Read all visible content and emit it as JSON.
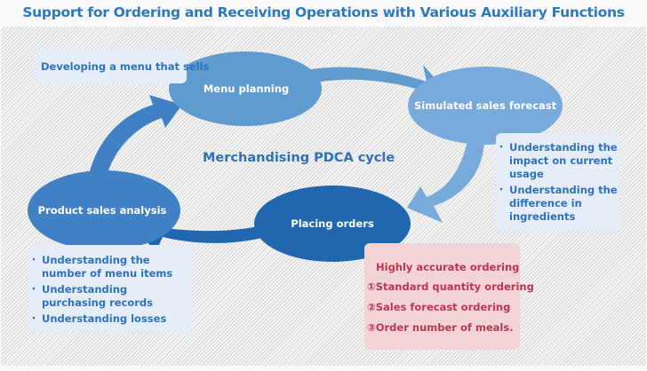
{
  "title": "Support for Ordering and Receiving Operations with Various Auxiliary Functions",
  "cycle_label": "Merchandising PDCA cycle",
  "colors": {
    "title": "#2e78be",
    "menu_planning": "#5f9bce",
    "simulated_forecast": "#78abdb",
    "placing_orders": "#2167b0",
    "product_analysis": "#3f81c4",
    "info_box": "#e5edf9",
    "order_box": "#f2d4d7",
    "order_text": "#c03550"
  },
  "nodes": {
    "menu_planning": "Menu planning",
    "simulated_forecast": "Simulated sales forecast",
    "placing_orders": "Placing orders",
    "product_analysis": "Product sales analysis"
  },
  "menu_note": "Developing a menu that sells",
  "forecast_notes": [
    "Understanding the impact on current usage",
    "Understanding the difference in ingredients"
  ],
  "analysis_notes": [
    "Understanding the number of menu items",
    "Understanding purchasing records",
    "Understanding losses"
  ],
  "ordering": {
    "heading": "Highly accurate ordering",
    "items": [
      "①Standard quantity ordering",
      "②Sales forecast ordering",
      "③Order number of meals."
    ]
  }
}
